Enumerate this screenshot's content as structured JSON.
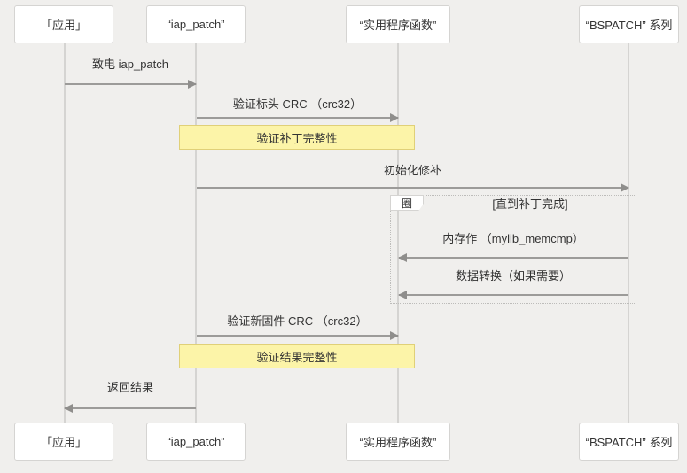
{
  "diagram": {
    "type": "sequence",
    "participants": [
      {
        "id": "app",
        "label": "「应用」"
      },
      {
        "id": "iap",
        "label": "“iap_patch”"
      },
      {
        "id": "utility",
        "label": "“实用程序函数”"
      },
      {
        "id": "bspatch",
        "label": "“BSPATCH” 系列"
      }
    ],
    "messages": [
      {
        "type": "arrow",
        "from": "app",
        "to": "iap",
        "direction": "right",
        "label": "致电 iap_patch"
      },
      {
        "type": "arrow",
        "from": "iap",
        "to": "utility",
        "direction": "right",
        "label": "验证标头 CRC （crc32）"
      },
      {
        "type": "note",
        "over": "iap,utility",
        "label": "验证补丁完整性"
      },
      {
        "type": "arrow",
        "from": "iap",
        "to": "bspatch",
        "direction": "right",
        "label": "初始化修补"
      },
      {
        "type": "loop",
        "title": "圈",
        "condition": "[直到补丁完成]",
        "messages": [
          {
            "type": "arrow",
            "from": "bspatch",
            "to": "utility",
            "direction": "left",
            "label": "内存作 （mylib_memcmp）"
          },
          {
            "type": "arrow",
            "from": "bspatch",
            "to": "utility",
            "direction": "left",
            "label": "数据转换（如果需要）"
          }
        ]
      },
      {
        "type": "arrow",
        "from": "iap",
        "to": "utility",
        "direction": "right",
        "label": "验证新固件 CRC （crc32）"
      },
      {
        "type": "note",
        "over": "iap,utility",
        "label": "验证结果完整性"
      },
      {
        "type": "arrow",
        "from": "iap",
        "to": "app",
        "direction": "left",
        "label": "返回结果"
      }
    ],
    "colors": {
      "background": "#f0efed",
      "participant_fill": "#ffffff",
      "participant_border": "#d5d4d2",
      "lifeline": "#d5d4d2",
      "arrow": "#9c9b99",
      "note_fill": "#fcf4a8",
      "note_border": "#e0d078",
      "text": "#333333"
    }
  }
}
